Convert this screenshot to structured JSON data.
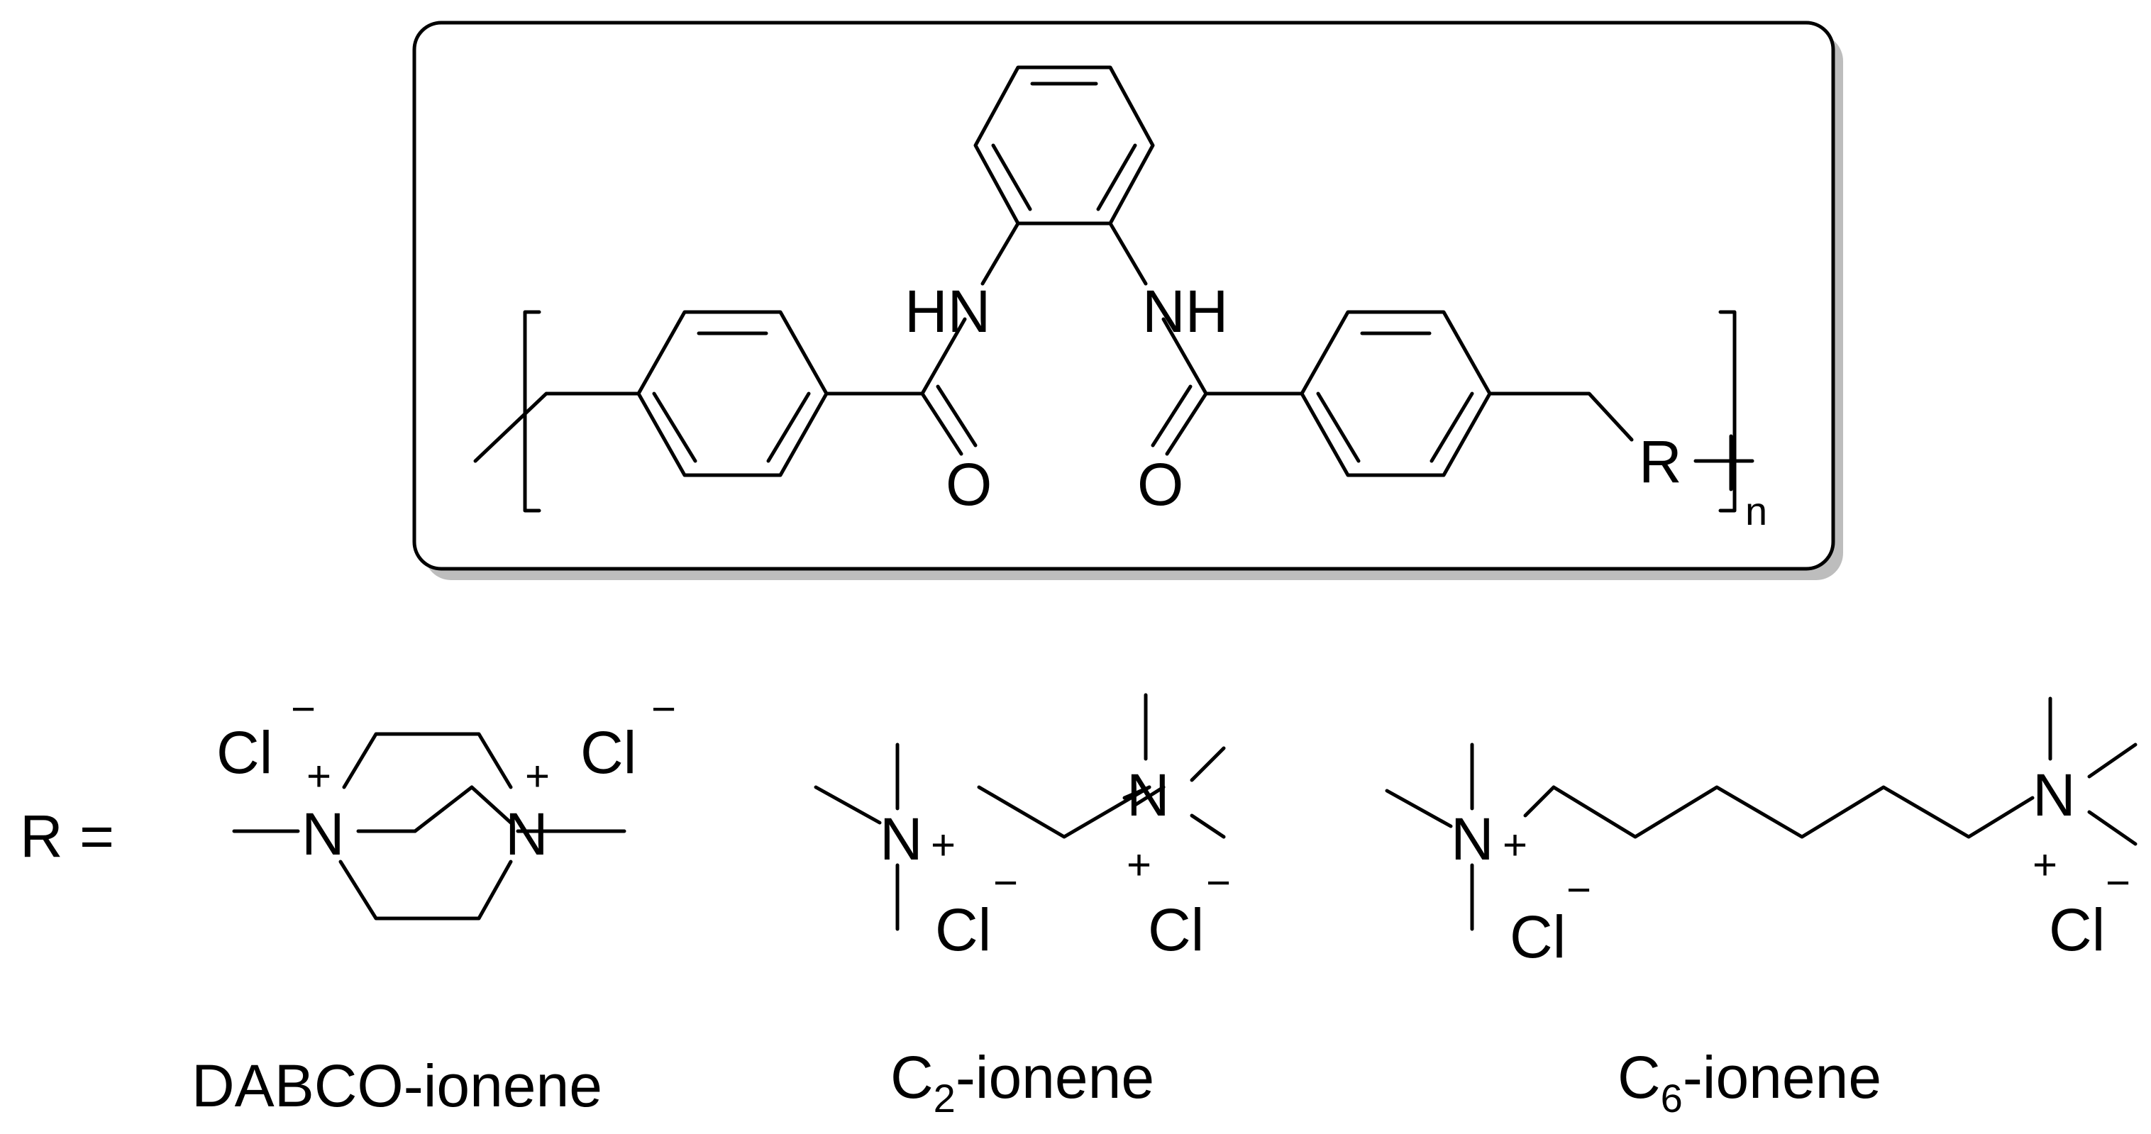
{
  "colors": {
    "ink": "#000000",
    "box_border": "#000000",
    "box_shadow": "#bdbdbd",
    "background": "#ffffff"
  },
  "polymer": {
    "nh_left": "HN",
    "nh_right": "NH",
    "carbonyl_o": "O",
    "r_group": "R",
    "repeat_subscript": "n"
  },
  "substituent_row": {
    "r_equals": "R =",
    "charge_plus": "+",
    "charge_minus": "−",
    "nitrogen": "N",
    "chloride": "Cl"
  },
  "ionenes": [
    {
      "prefix": "DABCO-ionene",
      "subscript": "",
      "suffix": ""
    },
    {
      "prefix": "C",
      "subscript": "2",
      "suffix": "-ionene"
    },
    {
      "prefix": "C",
      "subscript": "6",
      "suffix": "-ionene"
    }
  ]
}
